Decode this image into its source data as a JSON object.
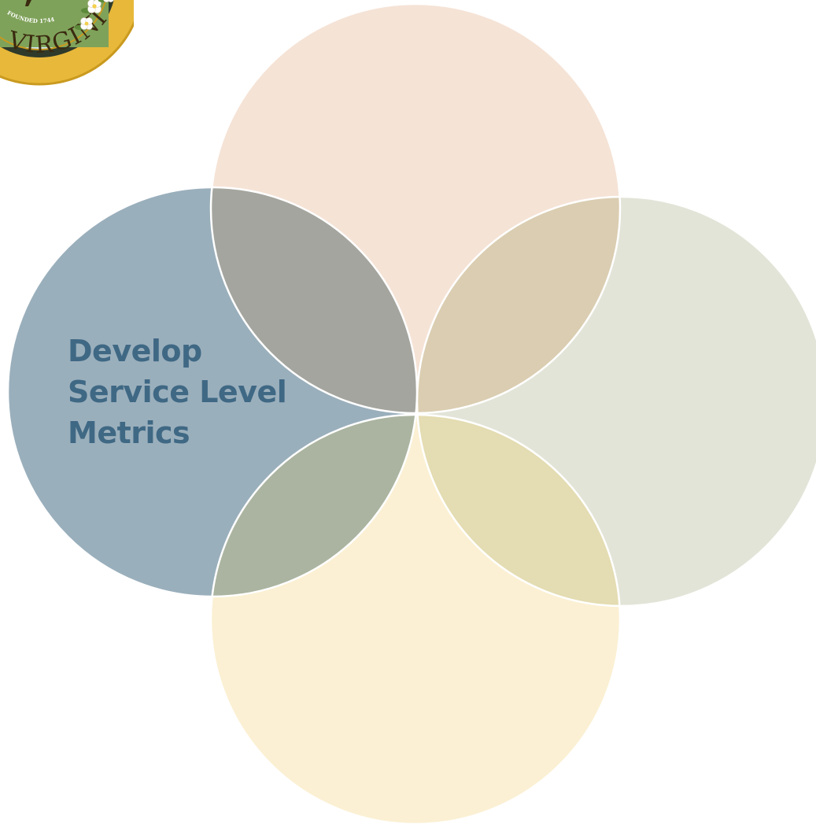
{
  "seal": {
    "icon": "state-seal-icon",
    "ring_text_large": "VIRGINIA",
    "ring_text_small": "FOUNDED 1744",
    "colors": {
      "outer_gold": "#E8B83A",
      "outer_gold_dark": "#C99A1F",
      "ring_dark": "#2F3A2B",
      "inner_sky": "#CFE6F3",
      "inner_field": "#7FA25A",
      "blossom": "#FFFFFF",
      "blossom_center": "#F3CF4E",
      "leaf": "#5C8A3A",
      "text_dark": "#3A2A10"
    }
  },
  "diagram": {
    "colors": {
      "stroke": "#FFFFFF",
      "label_text": "#3F6884"
    },
    "circles": [
      {
        "name": "top",
        "label": "",
        "color": "#F5E3D6"
      },
      {
        "name": "right",
        "label": "",
        "color": "#E3E4D8"
      },
      {
        "name": "bottom",
        "label": "",
        "color": "#FBF0D3"
      },
      {
        "name": "left",
        "label": "Develop\nService Level\nMetrics",
        "color": "#9AAFBC"
      }
    ],
    "overlaps": [
      {
        "name": "top-left",
        "color": "#A5A59F"
      },
      {
        "name": "top-right",
        "color": "#DACDB1"
      },
      {
        "name": "bottom-left",
        "color": "#ABB4A0"
      },
      {
        "name": "bottom-right",
        "color": "#E4DCB2"
      }
    ]
  }
}
